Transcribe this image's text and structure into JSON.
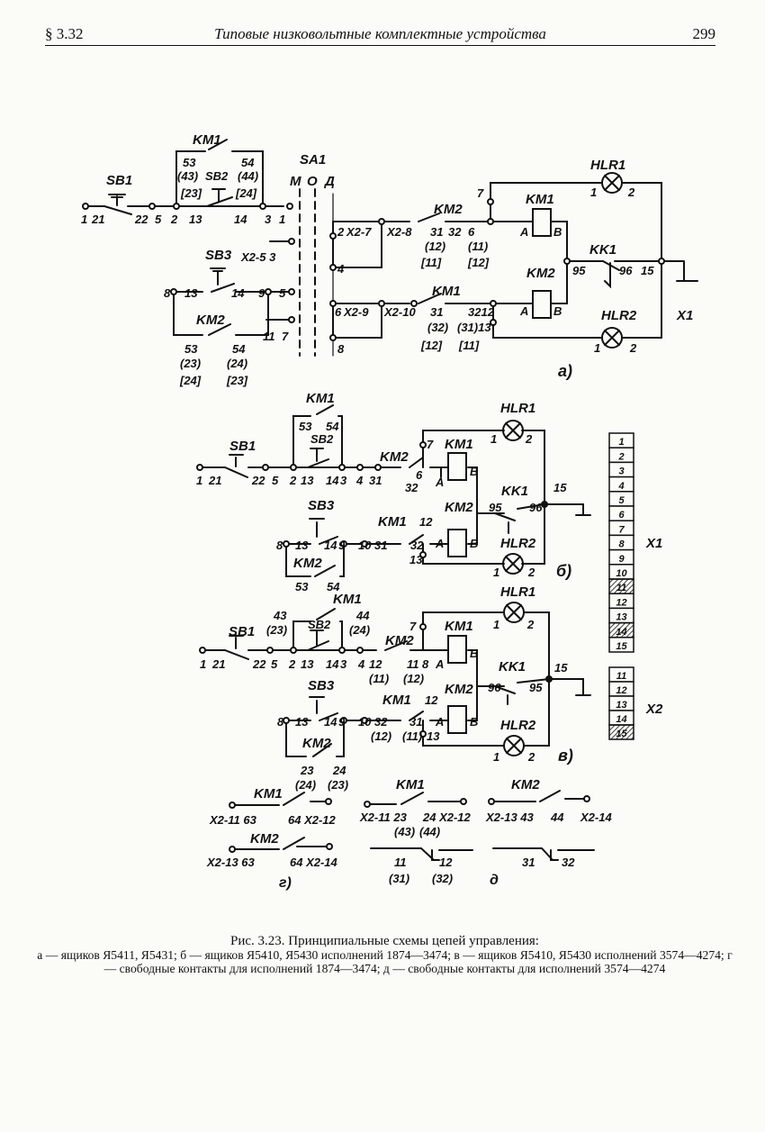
{
  "header": {
    "section": "§ 3.32",
    "title": "Типовые низковольтные комплектные устройства",
    "page_number": "299"
  },
  "diagram_a": {
    "label": "а)",
    "devices": {
      "km1": "KM1",
      "sb1": "SB1",
      "sb2": "SB2",
      "sb3": "SB3",
      "sa1": "SA1",
      "km2": "KM2",
      "hlr1": "HLR1",
      "hlr2": "HLR2",
      "kk1": "KK1",
      "x1": "X1"
    },
    "sa1_positions": [
      "М",
      "О",
      "Д"
    ],
    "texts": {
      "t53": "53",
      "t43": "(43)",
      "t23": "[23]",
      "t54": "54",
      "t44": "(44)",
      "t24": "[24]",
      "n1": "1",
      "n21": "21",
      "n22": "22",
      "n5": "5",
      "n2": "2",
      "n13": "13",
      "n14": "14",
      "n3": "3",
      "n1b": "1",
      "x25_3": "X2-5 3",
      "s8": "8",
      "s13": "13",
      "s14": "14",
      "s9": "9",
      "s5": "5",
      "s11": "11",
      "s7": "7",
      "b53": "53",
      "b23": "(23)",
      "b24": "[24]",
      "b54": "54",
      "b24p": "(24)",
      "b23s": "[23]",
      "r2": "2",
      "rx27": "X2-7",
      "rx28": "X2-8",
      "r31": "31",
      "r12p": "(12)",
      "r11s": "[11]",
      "r32": "32",
      "r6": "6",
      "r11p": "(11)",
      "r12s": "[12]",
      "r7": "7",
      "r4": "4",
      "lA": "A",
      "lB": "B",
      "lA2": "A",
      "lB2": "B",
      "h1": "1",
      "h2": "2",
      "k95": "95",
      "k96": "96",
      "k15": "15",
      "r6b": "6",
      "rx29": "X2-9",
      "rx210": "X2-10",
      "r31b": "31",
      "r32b": "(32)",
      "r12b": "[12]",
      "r3212": "3212",
      "r3113": "(31)13",
      "r11b": "[11]",
      "r8": "8",
      "hb1": "1",
      "hb2": "2"
    }
  },
  "diagram_b": {
    "label": "б)",
    "texts": {
      "km1": "KM1",
      "t53": "53",
      "t54": "54",
      "sb2": "SB2",
      "sb1": "SB1",
      "n1": "1",
      "n21": "21",
      "n22": "22",
      "n5": "5",
      "n2": "2",
      "n13": "13",
      "n14": "14",
      "n3": "3",
      "n4": "4",
      "n31": "31",
      "km2": "KM2",
      "n32": "32",
      "n6": "6",
      "n7": "7",
      "km1c": "KM1",
      "lA": "A",
      "lB": "B",
      "hlr1": "HLR1",
      "h1": "1",
      "h2": "2",
      "kk1": "KK1",
      "k95": "95",
      "k96": "96",
      "k15": "15",
      "sb3": "SB3",
      "s8": "8",
      "s13": "13",
      "s14": "14",
      "s9": "9",
      "s10": "10",
      "s31": "31",
      "km1b": "KM1",
      "s12": "12",
      "s32": "32",
      "km2c": "KM2",
      "lA2": "A",
      "lB2": "B",
      "s13b": "13",
      "hlr2": "HLR2",
      "hb1": "1",
      "hb2": "2",
      "km2b": "KM2",
      "b53": "53",
      "b54": "54"
    }
  },
  "diagram_v": {
    "label": "в)",
    "texts": {
      "km1": "KM1",
      "t43": "43",
      "t23": "(23)",
      "t44": "44",
      "t24": "(24)",
      "sb2": "SB2",
      "sb1": "SB1",
      "n1": "1",
      "n21": "21",
      "n22": "22",
      "n5": "5",
      "n2": "2",
      "n13": "13",
      "n14": "14",
      "n3": "3",
      "n4": "4",
      "n12": "12",
      "p11": "(11)",
      "km2": "KM2",
      "n11": "11",
      "n8": "8",
      "p12": "(12)",
      "n7": "7",
      "km1c": "KM1",
      "lA": "A",
      "lB": "B",
      "hlr1": "HLR1",
      "h1": "1",
      "h2": "2",
      "kk1": "KK1",
      "k96": "96",
      "k95": "95",
      "k15": "15",
      "sb3": "SB3",
      "s8": "8",
      "s13": "13",
      "s14": "14",
      "s9": "9",
      "s10": "10",
      "s32": "32",
      "sp12": "(12)",
      "km1b": "KM1",
      "s12": "12",
      "s31": "31",
      "sp11": "(11)",
      "s13b": "13",
      "km2c": "KM2",
      "lA2": "A",
      "lB2": "B",
      "hlr2": "HLR2",
      "hb1": "1",
      "hb2": "2",
      "km2b": "KM2",
      "b23": "23",
      "b24p": "(24)",
      "b24": "24",
      "b23p": "(23)"
    }
  },
  "terminals_x1": {
    "label": "X1",
    "items": [
      "1",
      "2",
      "3",
      "4",
      "5",
      "6",
      "7",
      "8",
      "9",
      "10",
      "11",
      "12",
      "13",
      "14",
      "15"
    ],
    "hatched": [
      "11",
      "14"
    ]
  },
  "terminals_x2": {
    "label": "X2",
    "items": [
      "11",
      "12",
      "13",
      "14",
      "15"
    ],
    "hatched": [
      "15"
    ]
  },
  "diagram_g": {
    "label": "г)",
    "texts": {
      "km1": "KM1",
      "a1": "X2-11 63",
      "a2": "64 X2-12",
      "km2": "KM2",
      "b1": "X2-13 63",
      "b2": "64 X2-14",
      "km1m": "KM1",
      "c1": "X2-11 23",
      "c2": "24 X2-12",
      "c3": "(43)",
      "c4": "(44)",
      "km2m": "KM2",
      "d1": "X2-13 43",
      "d2": "44",
      "d3": "X2-14"
    }
  },
  "diagram_d": {
    "label": "д",
    "texts": {
      "e11": "11",
      "e12": "12",
      "e31": "(31)",
      "e32": "(32)",
      "f31": "31",
      "f32": "32"
    }
  },
  "caption": {
    "title": "Рис. 3.23. Принципиальные схемы цепей управления:",
    "body": "а — ящиков Я5411, Я5431; б — ящиков Я5410, Я5430 исполнений 1874—3474; в — ящиков Я5410, Я5430 исполнений 3574—4274; г — свободные контакты для исполнений 1874—3474; д — свободные контакты для исполнений 3574—4274"
  }
}
